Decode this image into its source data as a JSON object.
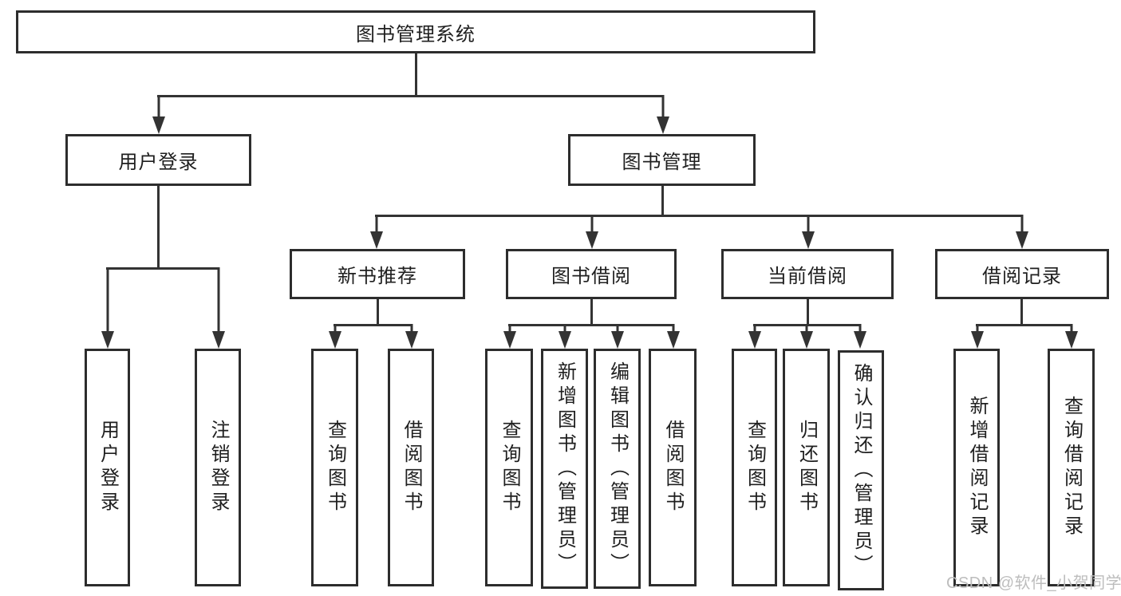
{
  "tree": {
    "root": "图书管理系统",
    "children": [
      {
        "label": "用户登录",
        "children": [
          "用户登录",
          "注销登录"
        ]
      },
      {
        "label": "图书管理",
        "children": [
          {
            "label": "新书推荐",
            "children": [
              "查询图书",
              "借阅图书"
            ]
          },
          {
            "label": "图书借阅",
            "children": [
              "查询图书",
              "新增图书（管理员）",
              "编辑图书（管理员）",
              "借阅图书"
            ]
          },
          {
            "label": "当前借阅",
            "children": [
              "查询图书",
              "归还图书",
              "确认归还（管理员）"
            ]
          },
          {
            "label": "借阅记录",
            "children": [
              "新增借阅记录",
              "查询借阅记录"
            ]
          }
        ]
      }
    ]
  },
  "watermark": "CSDN @软件_小贺同学",
  "colors": {
    "line": "#333333",
    "box_border": "#2d2d2d",
    "text": "#1f1f1f",
    "watermark_text": "#bdbdbd",
    "background": "#ffffff"
  }
}
